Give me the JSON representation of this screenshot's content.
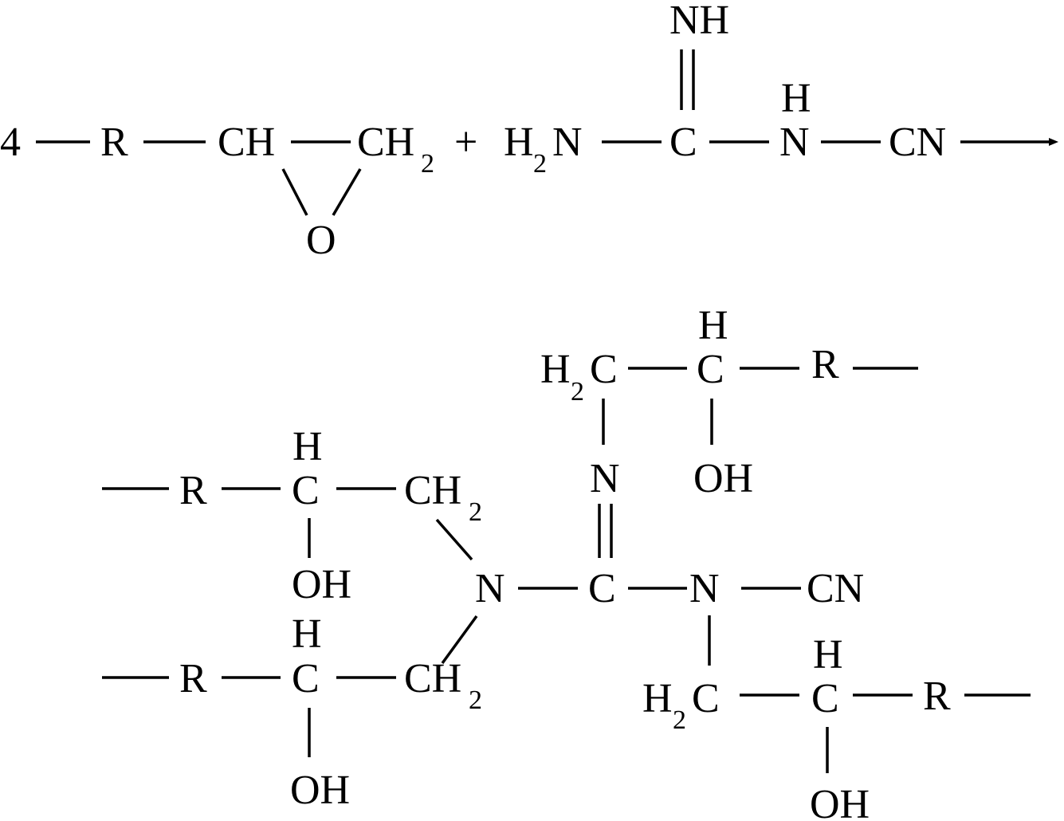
{
  "reaction": {
    "coefficient": "4",
    "plus": "+",
    "epoxide": {
      "r": "R",
      "ch": "CH",
      "ch2": "CH",
      "ch2_sub": "2",
      "o": "O"
    },
    "dicyandiamide": {
      "nh": "NH",
      "h2n": "H",
      "h2n_sub": "2",
      "h2n_n": "N",
      "c": "C",
      "nh_h": "H",
      "nh_n": "N",
      "cn": "CN"
    }
  },
  "product": {
    "top_arm": {
      "h2c": "H",
      "h2c_sub": "2",
      "h2c_c": "C",
      "h": "H",
      "c": "C",
      "r": "R",
      "oh": "OH"
    },
    "imine_n": "N",
    "core": {
      "n_left": "N",
      "c": "C",
      "n_right": "N",
      "cn": "CN"
    },
    "upper_left_arm": {
      "r": "R",
      "h": "H",
      "c": "C",
      "ch2": "CH",
      "ch2_sub": "2",
      "oh": "OH"
    },
    "lower_left_arm": {
      "r": "R",
      "h": "H",
      "c": "C",
      "ch2": "CH",
      "ch2_sub": "2",
      "oh": "OH"
    },
    "lower_right_arm": {
      "h2c": "H",
      "h2c_sub": "2",
      "h2c_c": "C",
      "h": "H",
      "c": "C",
      "r": "R",
      "oh": "OH"
    }
  }
}
